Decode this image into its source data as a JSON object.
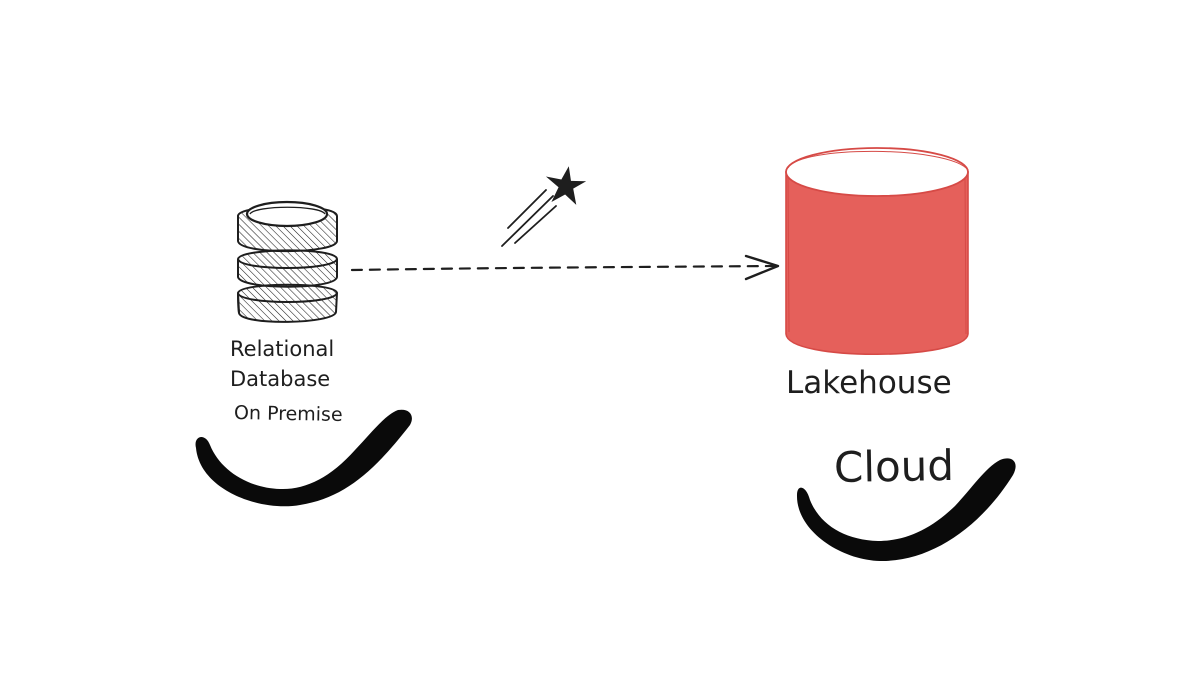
{
  "nodes": {
    "source": {
      "label_line1": "Relational",
      "label_line2": "Database",
      "location": "On Premise",
      "icon": "database-stack-icon"
    },
    "target": {
      "label": "Lakehouse",
      "location": "Cloud",
      "icon": "cylinder-icon",
      "fill_color": "#e5605b",
      "stroke_color": "#d64a46"
    }
  },
  "edge": {
    "style": "dashed-arrow",
    "icon": "shooting-star-icon"
  },
  "colors": {
    "ink": "#1e1e1e",
    "lakehouse": "#e5605b",
    "background": "#ffffff"
  }
}
